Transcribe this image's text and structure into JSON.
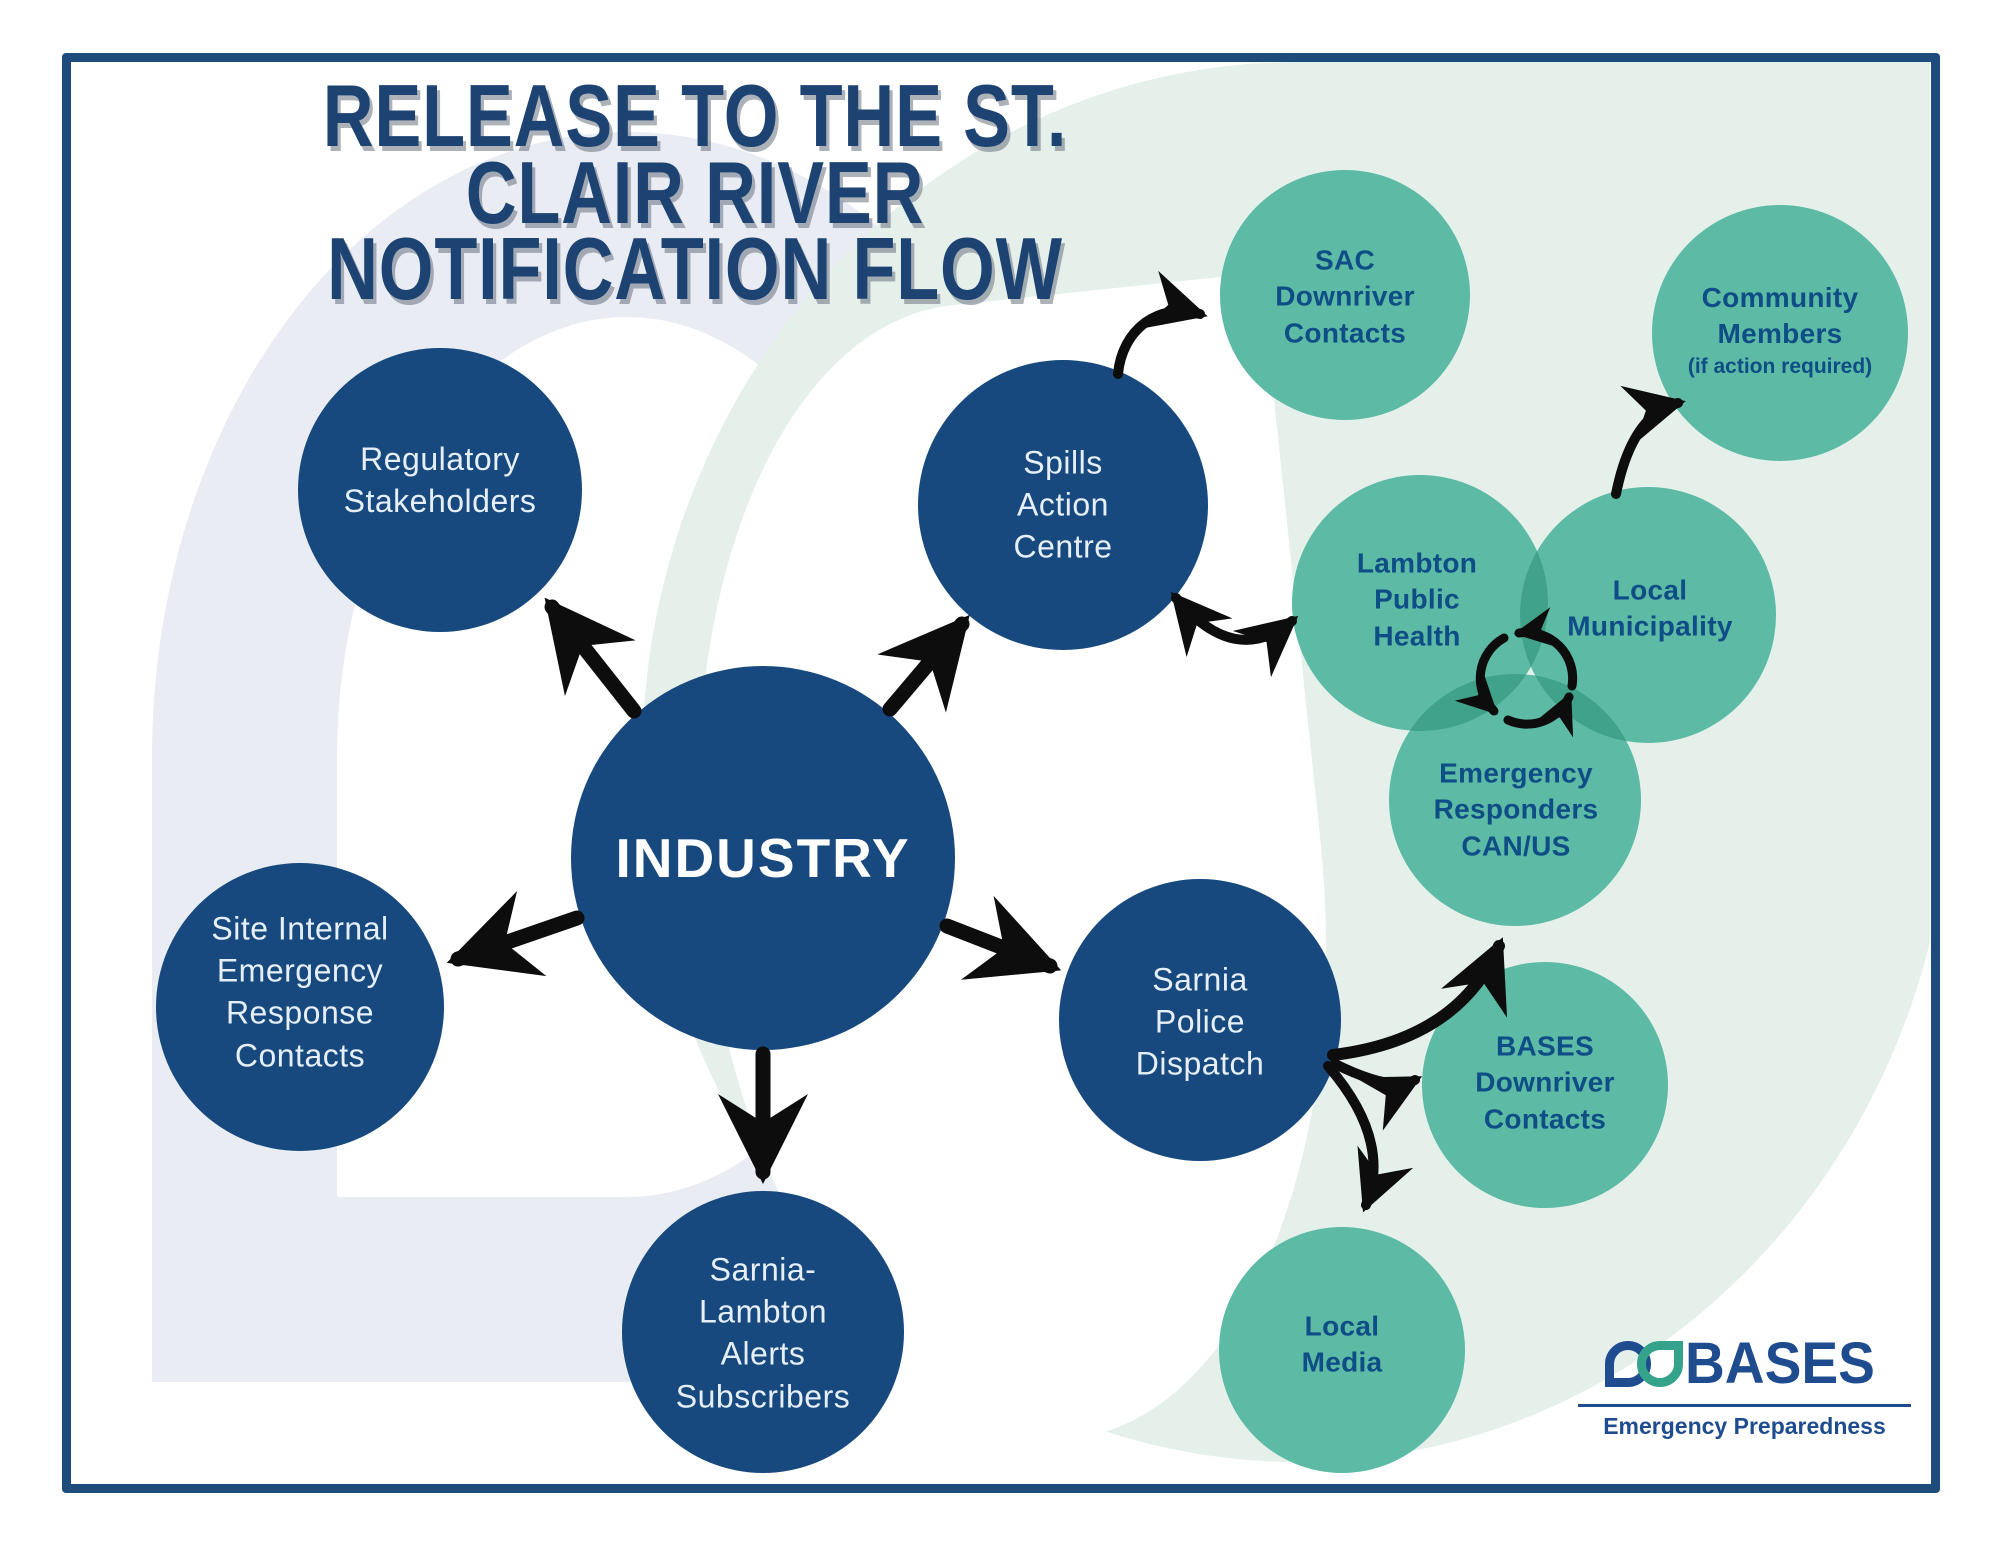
{
  "title": {
    "line1": "RELEASE TO THE ST. CLAIR RIVER",
    "line2": "NOTIFICATION FLOW"
  },
  "nodes": {
    "industry": {
      "label": "INDUSTRY",
      "lines": [
        "INDUSTRY"
      ],
      "type": "source"
    },
    "regulatory": {
      "lines": [
        "Regulatory",
        "Stakeholders"
      ],
      "type": "primary"
    },
    "spills": {
      "lines": [
        "Spills",
        "Action",
        "Centre"
      ],
      "type": "primary"
    },
    "site_internal": {
      "lines": [
        "Site Internal",
        "Emergency",
        "Response",
        "Contacts"
      ],
      "type": "primary"
    },
    "police": {
      "lines": [
        "Sarnia",
        "Police",
        "Dispatch"
      ],
      "type": "primary"
    },
    "alerts": {
      "lines": [
        "Sarnia-",
        "Lambton",
        "Alerts",
        "Subscribers"
      ],
      "type": "primary"
    },
    "sac_downriver": {
      "lines": [
        "SAC",
        "Downriver",
        "Contacts"
      ],
      "type": "secondary"
    },
    "community": {
      "lines": [
        "Community",
        "Members"
      ],
      "note": "(if action required)",
      "type": "secondary"
    },
    "lambton_health": {
      "lines": [
        "Lambton",
        "Public",
        "Health"
      ],
      "type": "secondary"
    },
    "municipality": {
      "lines": [
        "Local",
        "Municipality"
      ],
      "type": "secondary"
    },
    "responders": {
      "lines": [
        "Emergency",
        "Responders",
        "CAN/US"
      ],
      "type": "secondary"
    },
    "bases_downriver": {
      "lines": [
        "BASES",
        "Downriver",
        "Contacts"
      ],
      "type": "secondary"
    },
    "media": {
      "lines": [
        "Local",
        "Media"
      ],
      "type": "secondary"
    }
  },
  "edges": [
    {
      "from": "industry",
      "to": "regulatory"
    },
    {
      "from": "industry",
      "to": "spills"
    },
    {
      "from": "industry",
      "to": "site_internal"
    },
    {
      "from": "industry",
      "to": "police"
    },
    {
      "from": "industry",
      "to": "alerts"
    },
    {
      "from": "spills",
      "to": "sac_downriver"
    },
    {
      "from": "spills",
      "to": "lambton_health",
      "bidirectional": true
    },
    {
      "from": "police",
      "to": "responders"
    },
    {
      "from": "police",
      "to": "bases_downriver"
    },
    {
      "from": "police",
      "to": "media"
    },
    {
      "from": "municipality",
      "to": "community"
    },
    {
      "from": "lambton_health",
      "to": "municipality",
      "cycle": true
    },
    {
      "from": "municipality",
      "to": "responders",
      "cycle": true
    },
    {
      "from": "responders",
      "to": "lambton_health",
      "cycle": true
    }
  ],
  "logo": {
    "name": "BASES",
    "tagline": "Emergency Preparedness"
  },
  "colors": {
    "navy_circle": "#17497E",
    "teal_circle": "#5CBAA5",
    "teal_overlap": "#41A28A",
    "frame_border": "#1D4B7C",
    "title_text": "#1D4373",
    "teal_node_text": "#0E4D85",
    "navy_node_text": "#E6EFF8",
    "arrow": "#0D0D0D",
    "watermark_gray": "#E9ECF3",
    "watermark_mint": "#E5F0EB",
    "logo_blue": "#1E4C8F",
    "logo_teal": "#35A38C"
  }
}
